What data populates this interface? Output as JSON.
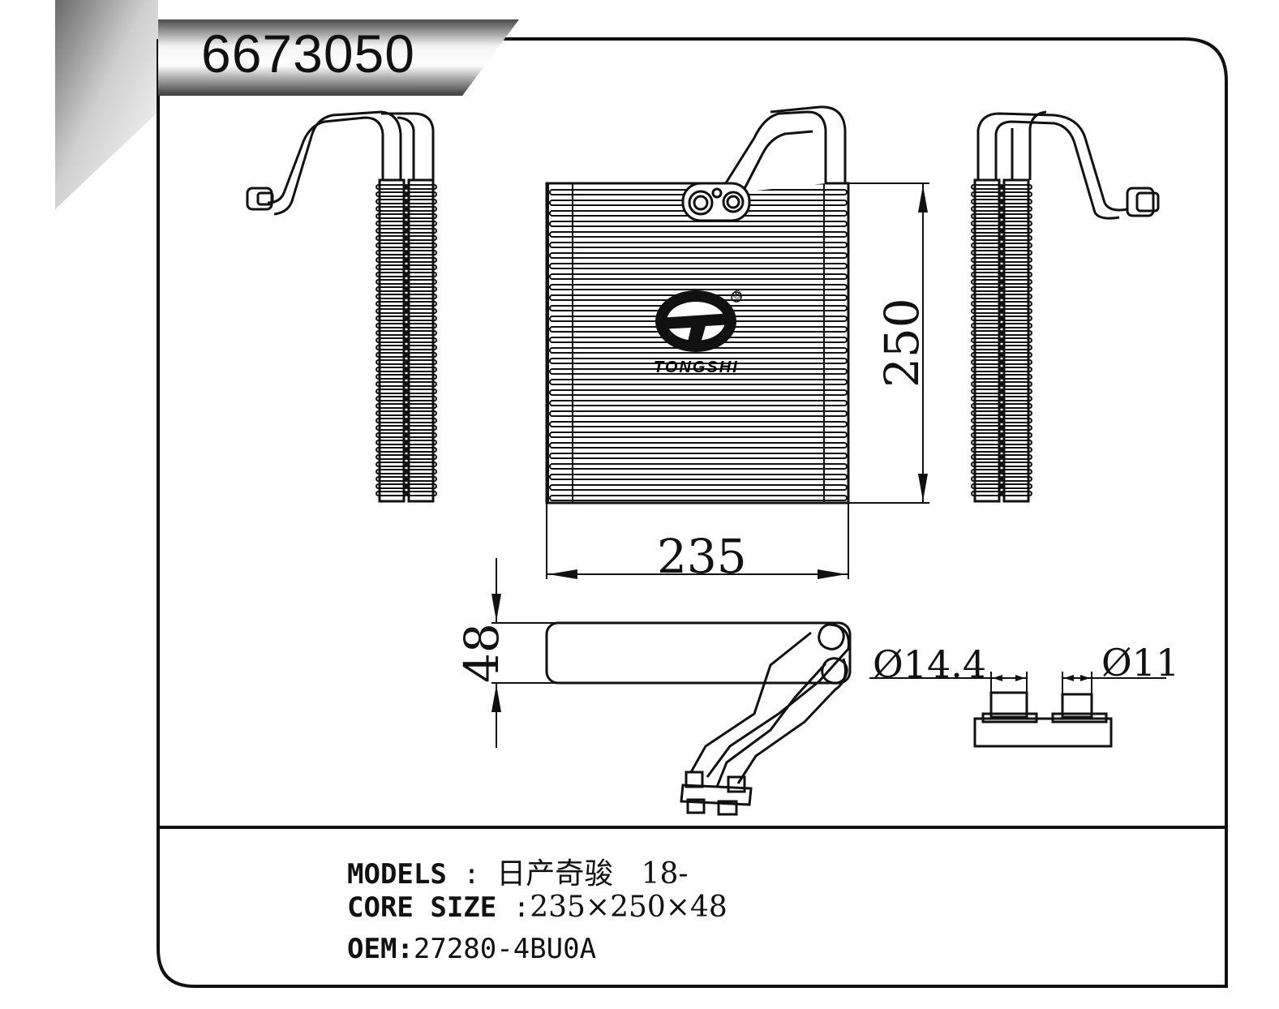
{
  "part_number": "6673050",
  "dimensions": {
    "width": "235",
    "height": "250",
    "depth": "48",
    "pipe_diameter_large": "Ø14.4",
    "pipe_diameter_small": "Ø11"
  },
  "specs": {
    "models_label": "MODELS",
    "models_sep": " : ",
    "models_value": "日产奇骏   18-",
    "core_size_label": "CORE SIZE",
    "core_size_sep": " :",
    "core_size_value": "235×250×48",
    "oem_label": "OEM:",
    "oem_value": "27280-4BU0A"
  },
  "logo": {
    "text": "TONGSHI",
    "registered": "®"
  }
}
